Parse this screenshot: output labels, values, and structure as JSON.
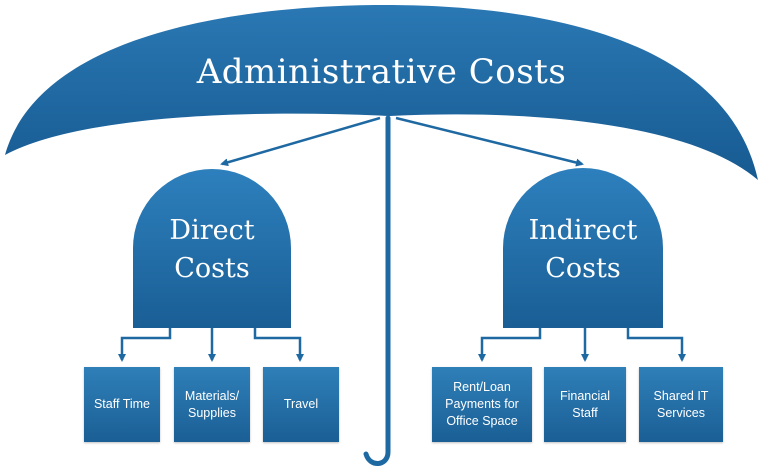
{
  "title": "Administrative Costs",
  "direct": {
    "line1": "Direct",
    "line2": "Costs",
    "items": [
      "Staff Time",
      "Materials/\nSupplies",
      "Travel"
    ]
  },
  "indirect": {
    "line1": "Indirect",
    "line2": "Costs",
    "items": [
      "Rent/Loan\nPayments for\nOffice Space",
      "Financial\nStaff",
      "Shared IT\nServices"
    ]
  },
  "colors": {
    "primary": "#1f69a3",
    "dark": "#174f7e",
    "box": "#2a74ad"
  }
}
